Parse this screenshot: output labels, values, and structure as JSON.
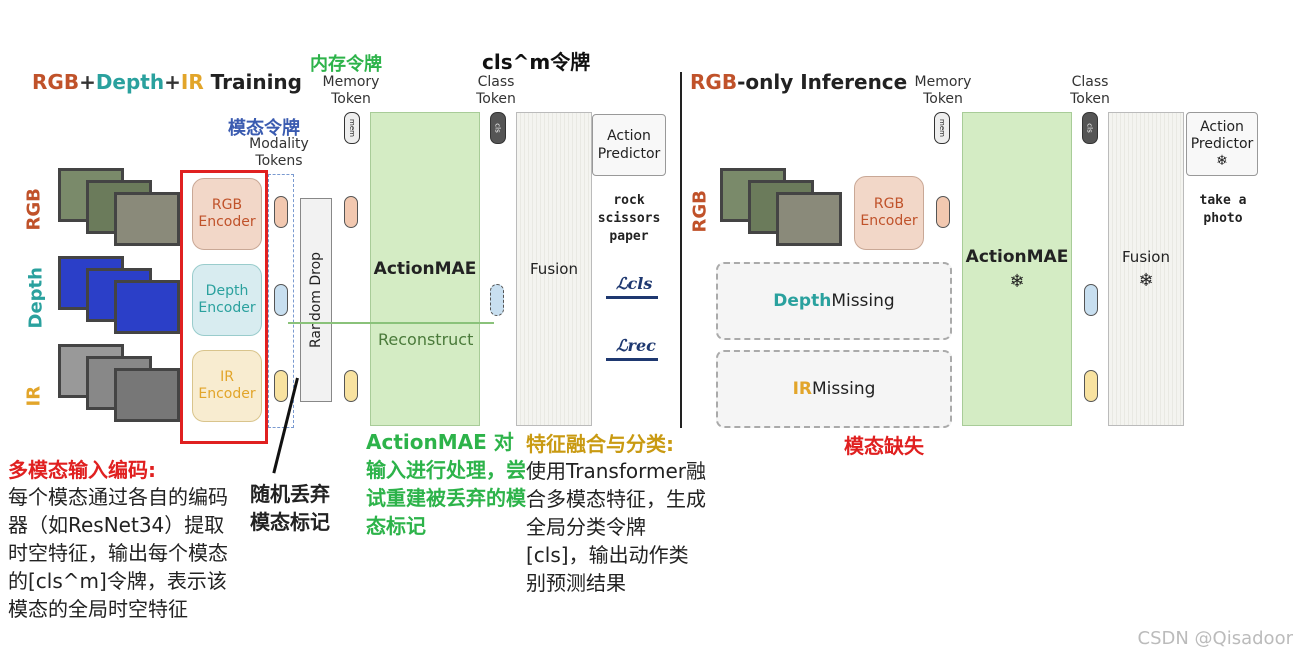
{
  "left": {
    "title_rgb": "RGB",
    "title_plus1": "+",
    "title_depth": "Depth",
    "title_plus2": "+",
    "title_ir": "IR",
    "title_rest": " Training",
    "mod_labels": [
      "RGB",
      "Depth",
      "IR"
    ],
    "encoders": [
      "RGB\nEncoder",
      "Depth\nEncoder",
      "IR\nEncoder"
    ],
    "modality_cn": "模态令牌",
    "modality_en": "Modality\nTokens",
    "memory_cn": "内存令牌",
    "memory_en": "Memory\nToken",
    "cls_cn": "cls^m令牌",
    "class_en": "Class\nToken",
    "random_drop": "Random Drop",
    "actionmae": "ActionMAE",
    "reconstruct": "Reconstruct",
    "fusion": "Fusion",
    "predictor": "Action\nPredictor",
    "predictions": "rock\nscissors\npaper",
    "loss_cls": "ℒcls",
    "loss_rec": "ℒrec",
    "mem_icon": "mem",
    "cls_icon": "cls"
  },
  "right": {
    "title_rgb": "RGB",
    "title_rest": "-only Inference",
    "memory_en": "Memory\nToken",
    "class_en": "Class\nToken",
    "mod_label": "RGB",
    "encoder": "RGB\nEncoder",
    "actionmae": "ActionMAE",
    "fusion": "Fusion",
    "predictor": "Action\nPredictor",
    "prediction": "take a\nphoto",
    "depth_missing_mod": "Depth",
    "depth_missing_word": " Missing",
    "ir_missing_mod": "IR",
    "ir_missing_word": " Missing",
    "missing_cn": "模态缺失",
    "snowflake": "❄"
  },
  "annotations": {
    "a1_title": "多模态输入编码:",
    "a1_body": "每个模态通过各自的编码器（如ResNet34）提取时空特征，输出每个模态的[cls^m]令牌，表示该模态的全局时空特征",
    "a2": "随机丢弃\n模态标记",
    "a3": "ActionMAE 对输入进行处理，尝试重建被丢弃的模态标记",
    "a4_title": "特征融合与分类:",
    "a4_body": "使用Transformer融合多模态特征，生成全局分类令牌[cls]，输出动作类别预测结果"
  },
  "watermark": "CSDN @Qisadoor",
  "colors": {
    "rgb": "#c0522a",
    "depth": "#2aa19e",
    "ir": "#e2a52a",
    "green_cn": "#2db34a",
    "red": "#e02020",
    "blue_cn": "#3a5bb0",
    "gold_cn": "#c99a12"
  }
}
